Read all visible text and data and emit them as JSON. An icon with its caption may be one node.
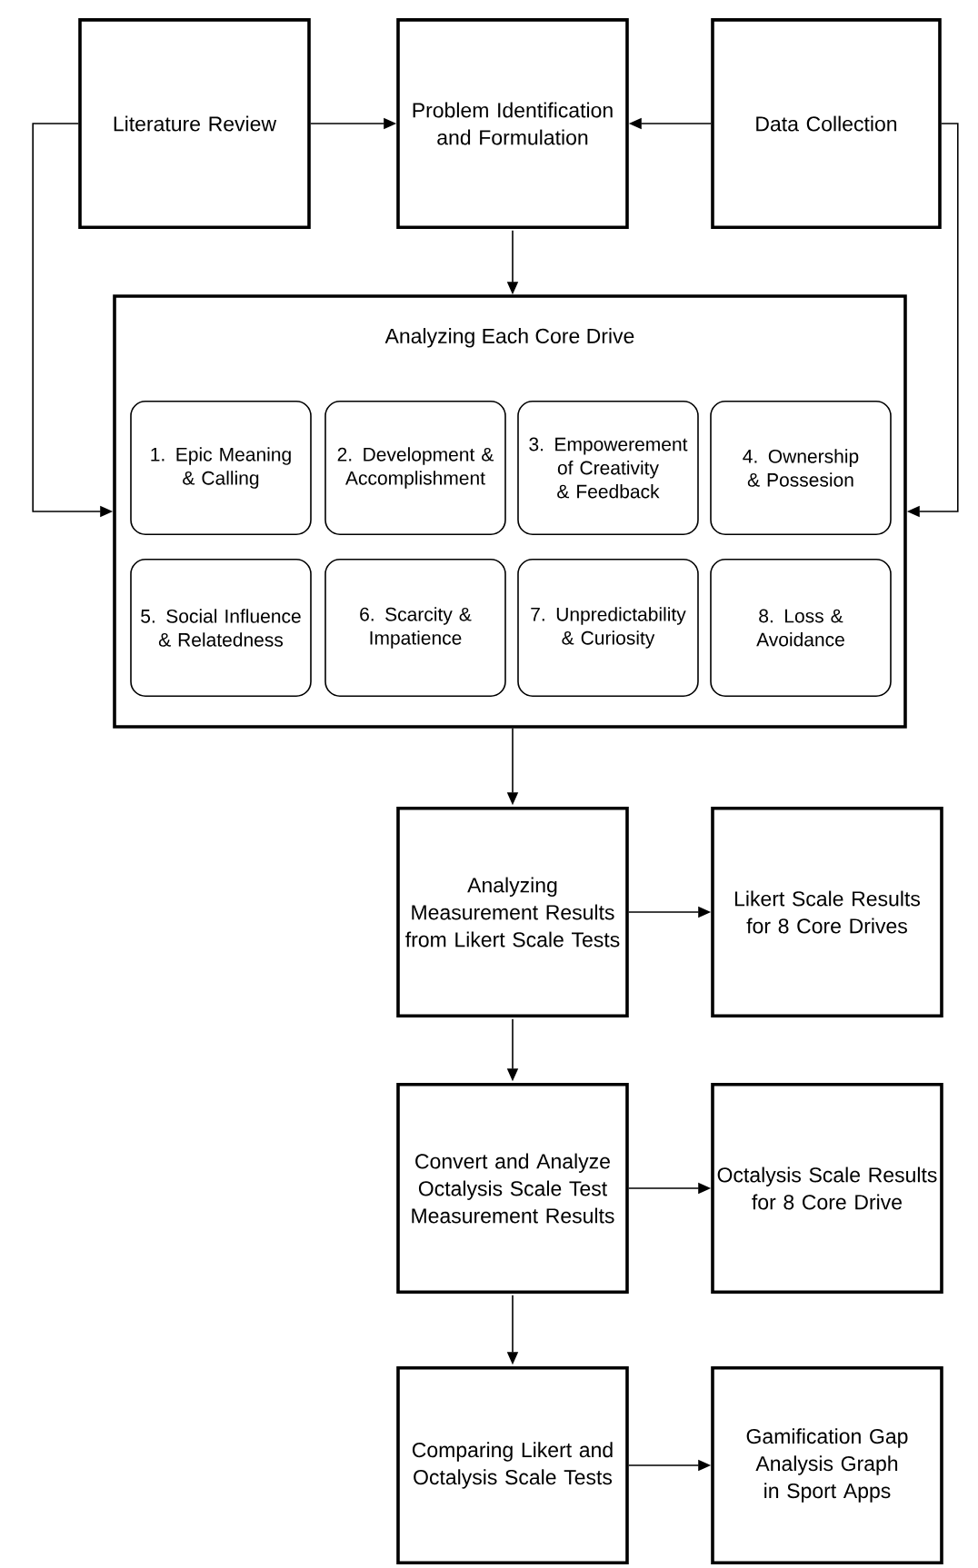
{
  "diagram": {
    "nodes": [
      {
        "text": [
          "Literature Review"
        ]
      },
      {
        "text": [
          "Problem Identification and Formulation"
        ]
      },
      {
        "text": [
          "Data Collection"
        ]
      },
      {
        "text": [
          "Analyzing Each Core Drive"
        ]
      },
      {
        "text": [
          "1. Epic Meaning & Calling"
        ],
        "in": 3
      },
      {
        "text": [
          "2. Development & Accomplishment"
        ],
        "in": 3
      },
      {
        "text": [
          "3. Empowerement of Creativity & Feedback"
        ],
        "in": 3
      },
      {
        "text": [
          "4. Ownership & Possesion"
        ],
        "in": 3
      },
      {
        "text": [
          "5. Social Influence & Relatedness"
        ],
        "in": 3
      },
      {
        "text": [
          "6. Scarcity & Impatience"
        ],
        "in": 3
      },
      {
        "text": [
          "7. Unpredictability & Curiosity"
        ],
        "in": 3
      },
      {
        "text": [
          "8. Loss & Avoidance"
        ],
        "in": 3
      },
      {
        "text": [
          "Analyzing Measurement Results from Likert Scale Tests"
        ]
      },
      {
        "text": [
          "Likert Scale Results for 8 Core Drives"
        ]
      },
      {
        "text": [
          "Convert and Analyze Octalysis Scale Test Measurement Results"
        ]
      },
      {
        "text": [
          "Octalysis Scale Results for 8 Core Drive"
        ]
      },
      {
        "text": [
          "Comparing Likert and Octalysis Scale Tests"
        ]
      },
      {
        "text": [
          "Gamification Gap Analysis Graph in Sport Apps"
        ]
      }
    ],
    "edges": [
      {
        "from": 0,
        "to": 1,
        "arrow": "to"
      },
      {
        "from": 2,
        "to": 1,
        "arrow": "to"
      },
      {
        "from": 1,
        "to": 3,
        "arrow": "to"
      },
      {
        "from": 0,
        "to": 3,
        "arrow": "to"
      },
      {
        "from": 2,
        "to": 3,
        "arrow": "to"
      },
      {
        "from": 3,
        "to": 12,
        "arrow": "to"
      },
      {
        "from": 12,
        "to": 13,
        "arrow": "to"
      },
      {
        "from": 12,
        "to": 14,
        "arrow": "to"
      },
      {
        "from": 14,
        "to": 15,
        "arrow": "to"
      },
      {
        "from": 14,
        "to": 16,
        "arrow": "to"
      },
      {
        "from": 16,
        "to": 17,
        "arrow": "to"
      }
    ]
  }
}
